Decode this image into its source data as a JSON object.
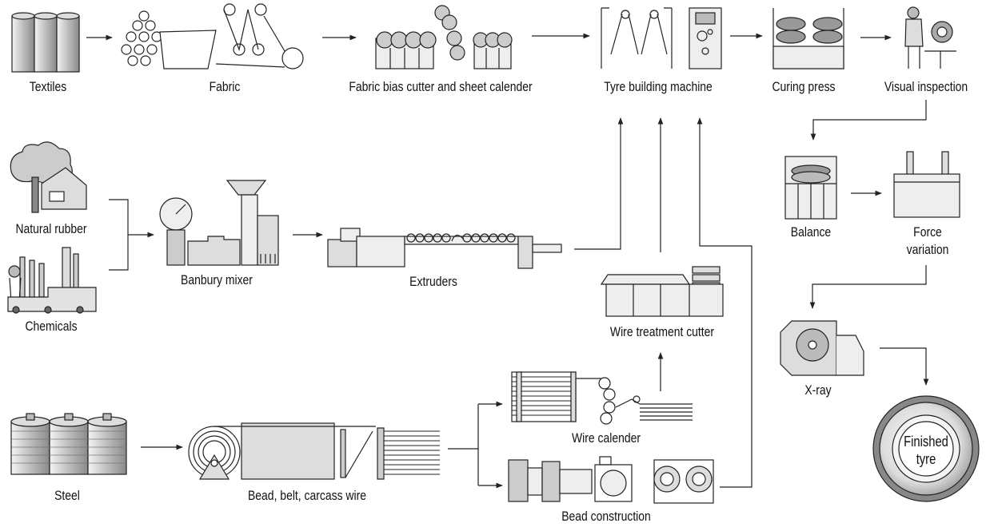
{
  "diagram": {
    "stages": {
      "textiles": "Textiles",
      "fabric": "Fabric",
      "bias_cutter": "Fabric bias cutter and sheet calender",
      "tyre_building": "Tyre building machine",
      "curing_press": "Curing press",
      "visual_inspection": "Visual inspection",
      "natural_rubber": "Natural rubber",
      "chemicals": "Chemicals",
      "banbury_mixer": "Banbury mixer",
      "extruders": "Extruders",
      "wire_treatment_cutter": "Wire treatment cutter",
      "balance": "Balance",
      "force_variation_line1": "Force",
      "force_variation_line2": "variation",
      "xray": "X-ray",
      "steel": "Steel",
      "bead_belt_carcass_wire": "Bead, belt, carcass wire",
      "wire_calender": "Wire calender",
      "bead_construction": "Bead construction",
      "finished_tyre_line1": "Finished",
      "finished_tyre_line2": "tyre"
    },
    "colors": {
      "stroke": "#222222",
      "fill_light": "#e4e4e4",
      "fill_mid": "#c8c8c8",
      "fill_dark": "#9a9a9a"
    }
  }
}
